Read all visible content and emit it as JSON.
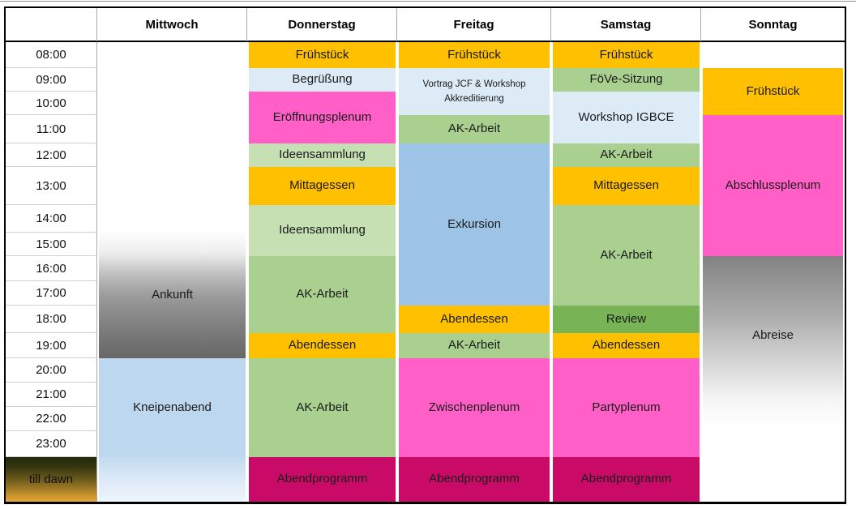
{
  "table": {
    "corner_label": "",
    "days": [
      "Mittwoch",
      "Donnerstag",
      "Freitag",
      "Samstag",
      "Sonntag"
    ],
    "times": [
      "08:00",
      "09:00",
      "10:00",
      "11:00",
      "12:00",
      "13:00",
      "14:00",
      "15:00",
      "16:00",
      "17:00",
      "18:00",
      "19:00",
      "20:00",
      "21:00",
      "22:00",
      "23:00"
    ],
    "till_dawn_label": "till dawn"
  },
  "colors": {
    "meal_orange": "#FFC000",
    "pale_blue": "#DDEBF7",
    "plenum_pink": "#FF5FC7",
    "light_green": "#C6E0B4",
    "mid_green": "#A9D08E",
    "excursion_blue": "#9DC3E6",
    "review_green": "#78B455",
    "evening_magenta": "#CA0A67",
    "kneipe_blue": "#BDD7EE",
    "arrival_gradient_bottom": "#676767",
    "abreise_gradient_top": "#828282",
    "till_dawn_gradient_top": "#20290E",
    "till_dawn_gradient_bottom": "#E2A63A",
    "header_text": "#000000",
    "cell_text": "#1A1A1A"
  },
  "events": [
    {
      "day": 1,
      "start": 8,
      "end": 12,
      "label": "Ankunft",
      "fill": "arrival"
    },
    {
      "day": 1,
      "start": 13,
      "end": 16,
      "label": "Kneipenabend",
      "color": "#BDD7EE"
    },
    {
      "day": 1,
      "start": 17,
      "end": 17,
      "label": "",
      "fill": "kneipe_fade"
    },
    {
      "day": 2,
      "start": 1,
      "end": 1,
      "label": "Frühstück",
      "color": "#FFC000"
    },
    {
      "day": 2,
      "start": 2,
      "end": 2,
      "label": "Begrüßung",
      "color": "#DDEBF7"
    },
    {
      "day": 2,
      "start": 3,
      "end": 4,
      "label": "Eröffnungsplenum",
      "color": "#FF5FC7"
    },
    {
      "day": 2,
      "start": 5,
      "end": 5,
      "label": "Ideensammlung",
      "color": "#C6E0B4"
    },
    {
      "day": 2,
      "start": 6,
      "end": 6,
      "label": "Mittagessen",
      "color": "#FFC000"
    },
    {
      "day": 2,
      "start": 7,
      "end": 8,
      "label": "Ideensammlung",
      "color": "#C6E0B4"
    },
    {
      "day": 2,
      "start": 9,
      "end": 11,
      "label": "AK-Arbeit",
      "color": "#A9D08E"
    },
    {
      "day": 2,
      "start": 12,
      "end": 12,
      "label": "Abendessen",
      "color": "#FFC000"
    },
    {
      "day": 2,
      "start": 13,
      "end": 16,
      "label": "AK-Arbeit",
      "color": "#A9D08E"
    },
    {
      "day": 2,
      "start": 17,
      "end": 17,
      "label": "Abendprogramm",
      "color": "#CA0A67"
    },
    {
      "day": 3,
      "start": 1,
      "end": 1,
      "label": "Frühstück",
      "color": "#FFC000"
    },
    {
      "day": 3,
      "start": 2,
      "end": 3,
      "label": "Vortrag JCF & Workshop\nAkkreditierung",
      "color": "#DDEBF7",
      "small": true
    },
    {
      "day": 3,
      "start": 4,
      "end": 4,
      "label": "AK-Arbeit",
      "color": "#A9D08E"
    },
    {
      "day": 3,
      "start": 5,
      "end": 10,
      "label": "Exkursion",
      "color": "#9DC3E6"
    },
    {
      "day": 3,
      "start": 11,
      "end": 11,
      "label": "Abendessen",
      "color": "#FFC000"
    },
    {
      "day": 3,
      "start": 12,
      "end": 12,
      "label": "AK-Arbeit",
      "color": "#A9D08E"
    },
    {
      "day": 3,
      "start": 13,
      "end": 16,
      "label": "Zwischenplenum",
      "color": "#FF5FC7"
    },
    {
      "day": 3,
      "start": 17,
      "end": 17,
      "label": "Abendprogramm",
      "color": "#CA0A67"
    },
    {
      "day": 4,
      "start": 1,
      "end": 1,
      "label": "Frühstück",
      "color": "#FFC000"
    },
    {
      "day": 4,
      "start": 2,
      "end": 2,
      "label": "FöVe-Sitzung",
      "color": "#A9D08E"
    },
    {
      "day": 4,
      "start": 3,
      "end": 4,
      "label": "Workshop IGBCE",
      "color": "#DDEBF7"
    },
    {
      "day": 4,
      "start": 5,
      "end": 5,
      "label": "AK-Arbeit",
      "color": "#A9D08E"
    },
    {
      "day": 4,
      "start": 6,
      "end": 6,
      "label": "Mittagessen",
      "color": "#FFC000"
    },
    {
      "day": 4,
      "start": 7,
      "end": 10,
      "label": "AK-Arbeit",
      "color": "#A9D08E"
    },
    {
      "day": 4,
      "start": 11,
      "end": 11,
      "label": "Review",
      "color": "#78B455"
    },
    {
      "day": 4,
      "start": 12,
      "end": 12,
      "label": "Abendessen",
      "color": "#FFC000"
    },
    {
      "day": 4,
      "start": 13,
      "end": 16,
      "label": "Partyplenum",
      "color": "#FF5FC7"
    },
    {
      "day": 4,
      "start": 17,
      "end": 17,
      "label": "Abendprogramm",
      "color": "#CA0A67"
    },
    {
      "day": 5,
      "start": 2,
      "end": 3,
      "label": "Frühstück",
      "color": "#FFC000"
    },
    {
      "day": 5,
      "start": 4,
      "end": 8,
      "label": "Abschlussplenum",
      "color": "#FF5FC7"
    },
    {
      "day": 5,
      "start": 9,
      "end": 16,
      "label": "Abreise",
      "fill": "abreise"
    }
  ]
}
